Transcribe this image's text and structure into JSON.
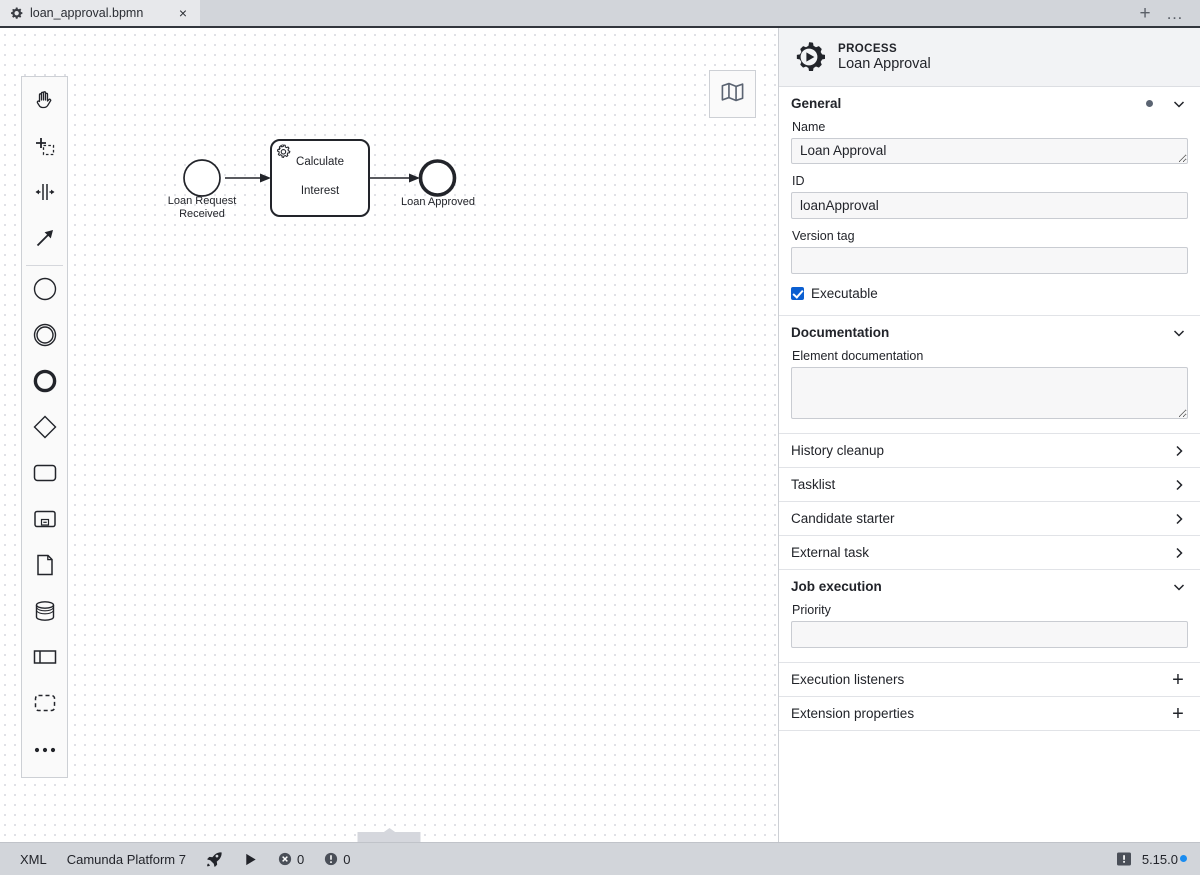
{
  "tabbar": {
    "tabs": [
      {
        "icon": "gear-icon",
        "title": "loan_approval.bpmn",
        "close": "×"
      }
    ],
    "new_tab_label": "+",
    "overflow_label": "…"
  },
  "canvas": {
    "palette": [
      {
        "name": "hand-tool",
        "icon": "hand-icon"
      },
      {
        "name": "lasso-tool",
        "icon": "lasso-icon"
      },
      {
        "name": "space-tool",
        "icon": "space-icon"
      },
      {
        "name": "global-connect-tool",
        "icon": "arrow-icon"
      },
      {
        "name": "create-start-event",
        "icon": "start-event-icon"
      },
      {
        "name": "create-intermediate-event",
        "icon": "intermediate-event-icon"
      },
      {
        "name": "create-end-event",
        "icon": "end-event-icon"
      },
      {
        "name": "create-gateway",
        "icon": "gateway-icon"
      },
      {
        "name": "create-task",
        "icon": "task-icon"
      },
      {
        "name": "create-subprocess",
        "icon": "subprocess-icon"
      },
      {
        "name": "create-data-object",
        "icon": "data-object-icon"
      },
      {
        "name": "create-data-store",
        "icon": "data-store-icon"
      },
      {
        "name": "create-participant",
        "icon": "participant-icon"
      },
      {
        "name": "create-group",
        "icon": "group-icon"
      },
      {
        "name": "palette-more",
        "icon": "ellipsis-icon"
      }
    ],
    "minimap_icon": "map-icon",
    "bottom_panel_handle": "collapsed-panel-handle",
    "diagram": {
      "start_event": {
        "label": "Loan Request\nReceived"
      },
      "task": {
        "label": "Calculate\n\nInterest",
        "line1": "Calculate",
        "line2": "Interest",
        "marker": "service-task-gears-icon"
      },
      "end_event": {
        "label": "Loan Approved"
      }
    }
  },
  "properties": {
    "header": {
      "icon": "process-gear-icon",
      "kind": "PROCESS",
      "name": "Loan Approval"
    },
    "groups": [
      {
        "title": "General",
        "expanded": true,
        "has_dot": true,
        "fields": [
          {
            "label": "Name",
            "value": "Loan Approval",
            "placeholder": "",
            "type": "textarea"
          },
          {
            "label": "ID",
            "value": "loanApproval",
            "placeholder": "",
            "type": "text"
          },
          {
            "label": "Version tag",
            "value": "",
            "placeholder": "",
            "type": "text"
          }
        ],
        "checkbox": {
          "label": "Executable",
          "checked": true
        }
      },
      {
        "title": "Documentation",
        "expanded": true,
        "fields": [
          {
            "label": "Element documentation",
            "value": "",
            "placeholder": "",
            "type": "textarea"
          }
        ]
      },
      {
        "title": "History cleanup",
        "expanded": false
      },
      {
        "title": "Tasklist",
        "expanded": false
      },
      {
        "title": "Candidate starter",
        "expanded": false
      },
      {
        "title": "External task",
        "expanded": false
      },
      {
        "title": "Job execution",
        "expanded": true,
        "fields": [
          {
            "label": "Priority",
            "value": "",
            "placeholder": "",
            "type": "text"
          }
        ]
      },
      {
        "title": "Execution listeners",
        "action": "+"
      },
      {
        "title": "Extension properties",
        "action": "+"
      }
    ]
  },
  "statusbar": {
    "xml_label": "XML",
    "platform_label": "Camunda Platform 7",
    "deploy_icon": "rocket-icon",
    "run_icon": "play-icon",
    "error_count": "0",
    "warning_count": "0",
    "log_icon": "log-panel-icon",
    "version": "5.15.0",
    "update_dot_color": "#1a8cf0"
  }
}
